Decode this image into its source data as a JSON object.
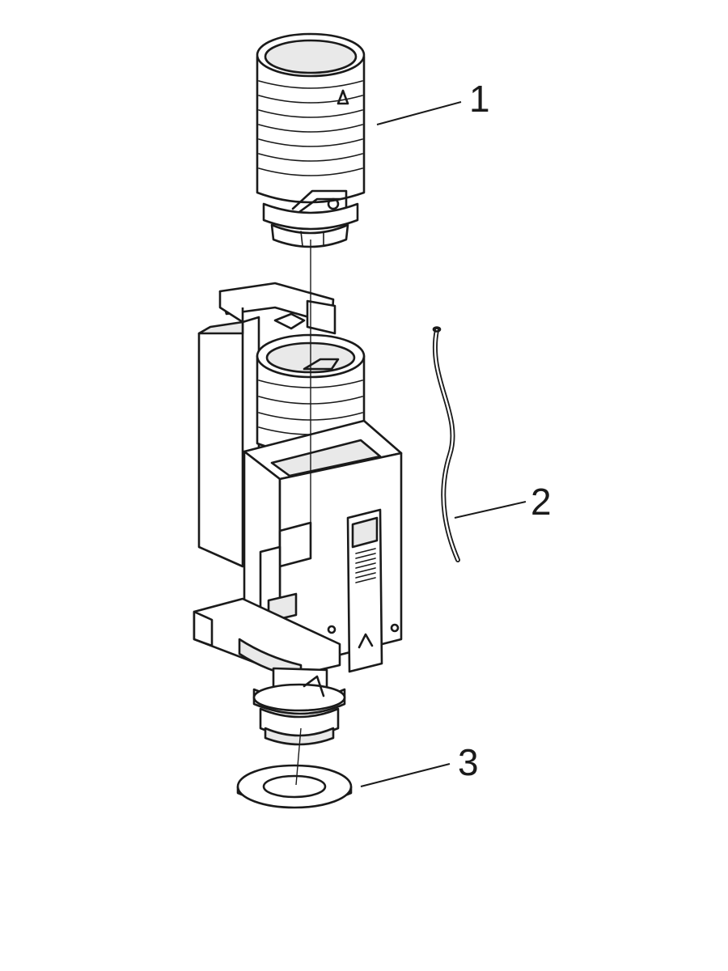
{
  "callouts": [
    {
      "number": "1"
    },
    {
      "number": "2"
    },
    {
      "number": "3"
    }
  ],
  "colors": {
    "line": "#1a1a1a",
    "background": "#ffffff",
    "shade": "#e9e9e9"
  }
}
